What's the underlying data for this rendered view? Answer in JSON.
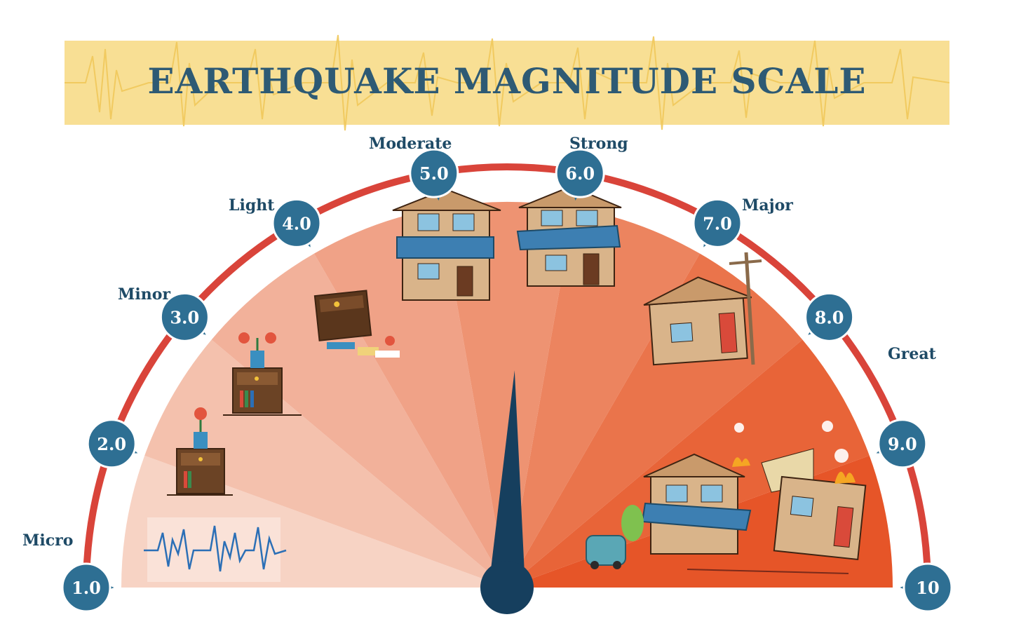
{
  "title": "EARTHQUAKE MAGNITUDE SCALE",
  "scale": {
    "markers": [
      "1.0",
      "2.0",
      "3.0",
      "4.0",
      "5.0",
      "6.0",
      "7.0",
      "8.0",
      "9.0",
      "10"
    ],
    "categories": [
      "Micro",
      "Minor",
      "Light",
      "Moderate",
      "Strong",
      "Major",
      "Great"
    ]
  },
  "needle_value": 5.6,
  "colors": {
    "banner": "#f8df94",
    "title": "#2e5a74",
    "badge": "#2e6f93",
    "arc": "#d9443a",
    "needle": "#163f5e",
    "label": "#1e4a66"
  }
}
